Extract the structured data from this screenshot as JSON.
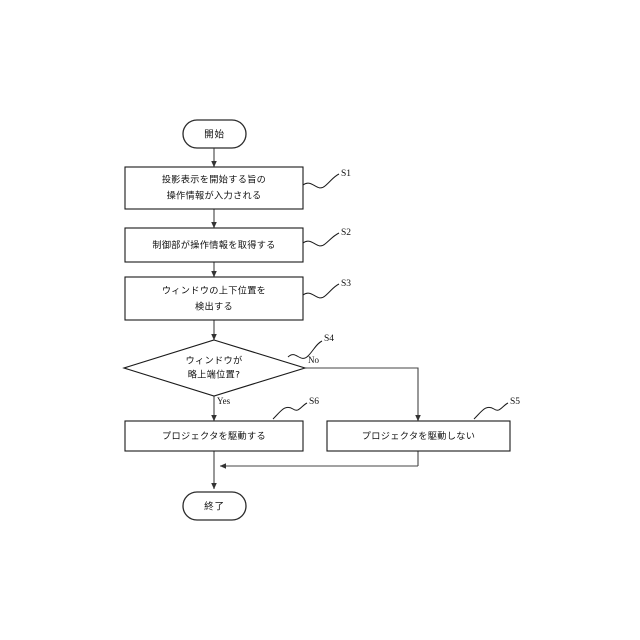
{
  "diagram": {
    "type": "flowchart",
    "language": "ja",
    "background_color": "#ffffff",
    "line_color": "#444444",
    "shape_stroke_color": "#1a1a1a",
    "text_color": "#111111",
    "nodes": {
      "start": {
        "label": "開始",
        "shape": "terminator"
      },
      "s1": {
        "line1": "投影表示を開始する旨の",
        "line2": "操作情報が入力される",
        "shape": "process",
        "step": "S1"
      },
      "s2": {
        "line1": "制御部が操作情報を取得する",
        "shape": "process",
        "step": "S2"
      },
      "s3": {
        "line1": "ウィンドウの上下位置を",
        "line2": "検出する",
        "shape": "process",
        "step": "S3"
      },
      "s4": {
        "line1": "ウィンドウが",
        "line2": "略上端位置?",
        "shape": "decision",
        "step": "S4"
      },
      "s6": {
        "line1": "プロジェクタを駆動する",
        "shape": "process",
        "step": "S6"
      },
      "s5": {
        "line1": "プロジェクタを駆動しない",
        "shape": "process",
        "step": "S5"
      },
      "end": {
        "label": "終了",
        "shape": "terminator"
      }
    },
    "branches": {
      "yes": "Yes",
      "no": "No"
    },
    "step_labels": [
      "S1",
      "S2",
      "S3",
      "S4",
      "S5",
      "S6"
    ]
  }
}
